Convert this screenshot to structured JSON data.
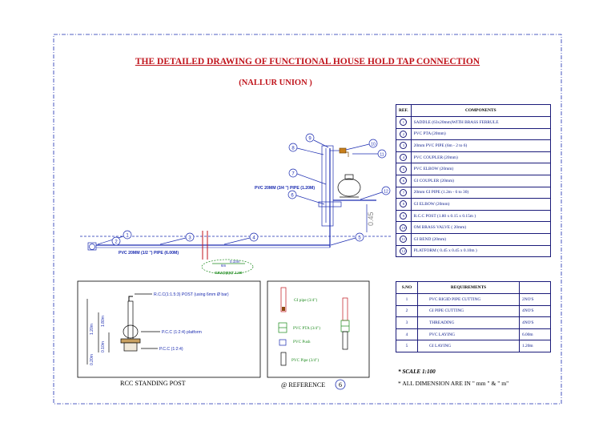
{
  "title": "THE DETAILED DRAWING OF FUNCTIONAL HOUSE HOLD TAP CONNECTION",
  "subtitle": "(NALLUR UNION )",
  "components_table": {
    "headers": [
      "REF.",
      "COMPONENTS"
    ],
    "rows": [
      {
        "ref": "1",
        "text": "SADDLE (63x20mm)WITH BRASS FERRULE"
      },
      {
        "ref": "2",
        "text": "PVC PTA (20mm)"
      },
      {
        "ref": "3",
        "text": "20mm PVC PIPE (6m - 2 to 6)"
      },
      {
        "ref": "4",
        "text": "PVC COUPLER (20mm)"
      },
      {
        "ref": "5",
        "text": "PVC ELBOW (20mm)"
      },
      {
        "ref": "6",
        "text": "GI COUPLER (20mm)"
      },
      {
        "ref": "7",
        "text": "20mm GI PIPE (1.2m - 6 to 30)"
      },
      {
        "ref": "8",
        "text": "GI ELBOW (20mm)"
      },
      {
        "ref": "9",
        "text": "R.C.C POST (1.80 x 0.15 x 0.15m )"
      },
      {
        "ref": "10",
        "text": "OM  BRASS VALVE ( 20mm)"
      },
      {
        "ref": "11",
        "text": "GI BEND (20mm)"
      },
      {
        "ref": "12",
        "text": "PLATFORM ( 0.45 x 0.45 x 0.10m )"
      }
    ]
  },
  "requirements_table": {
    "headers": [
      "S.NO",
      "REQUIREMENTS",
      ""
    ],
    "rows": [
      {
        "sno": "1",
        "item": "PVC RIGID PIPE CUTTING",
        "qty": "2NO'S"
      },
      {
        "sno": "2",
        "item": "GI PIPE CUTTING",
        "qty": "4NO'S"
      },
      {
        "sno": "3",
        "item": "THREADING",
        "qty": "4NO'S"
      },
      {
        "sno": "4",
        "item": "PVC LAYING",
        "qty": "6.00m"
      },
      {
        "sno": "5",
        "item": "GI LAYING",
        "qty": "1.20m"
      }
    ]
  },
  "notes": {
    "scale": "* SCALE 1:100",
    "dimensions": "* ALL DIMENSION ARE IN \" mm \" & \" m\""
  },
  "drawing": {
    "pipe_upper_label": "PVC 20MM (3/4 \") PIPE (1.20M)",
    "pipe_lower_label": "PVC 20MM (1/2 \") PIPE (6.00M)",
    "dim_depth": "0.10m",
    "dim_6m": "6m",
    "gradient": "GRADIENT 1:60",
    "callouts": [
      "1",
      "2",
      "3",
      "4",
      "5",
      "6",
      "7",
      "8",
      "9",
      "10",
      "11",
      "12"
    ],
    "vertical_mark": "0.45"
  },
  "post_detail": {
    "caption": "RCC STANDING POST",
    "rcc_label": "R.C.C(1:1.5:3) POST (using 6mm Ø bar)",
    "pcc_platform": "P.C.C (1:2:4) platform",
    "pcc": "P.C.C (1:2:4)",
    "dims": [
      "1.20m",
      "1.80m",
      "0.10m",
      "0.20m"
    ]
  },
  "legend": {
    "items": [
      "GI pipe (3/4\")",
      "PVC PTA (3/4\")",
      "PVC Push",
      "PVC Pipe (3/4\")"
    ],
    "reference_text": "@  REFERENCE",
    "reference_num": "6"
  },
  "colors": {
    "title": "#c0141c",
    "line": "#1a2bb0",
    "green": "#1c8a1c",
    "red": "#c0141c"
  }
}
